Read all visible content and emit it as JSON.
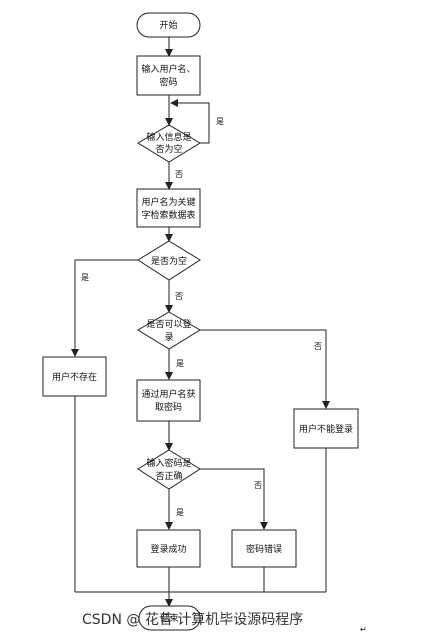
{
  "start": "开始",
  "input_name_1": "输入用户名、",
  "input_name_2": "密码",
  "check_empty_1": "输入信息是",
  "check_empty_2": "否为空",
  "yes": "是",
  "no": "否",
  "lookup_1": "用户名为关键",
  "lookup_2": "字检索数据表",
  "result_empty": "是否为空",
  "user_not_exist": "用户不存在",
  "can_login_1": "是否可以登",
  "can_login_2": "录",
  "get_pwd_1": "通过用户名获",
  "get_pwd_2": "取密码",
  "cannot_login": "用户不能登录",
  "pwd_check_1": "输入密码是",
  "pwd_check_2": "否正确",
  "login_success": "登录成功",
  "pwd_error": "密码错误",
  "end": "结束",
  "watermark": "CSDN @ 花昔  计算机毕设源码程序"
}
